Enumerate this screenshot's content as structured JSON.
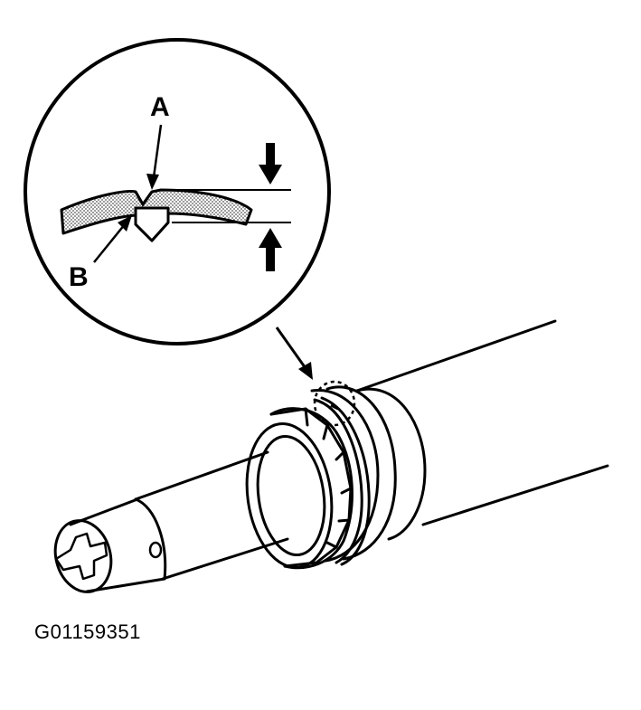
{
  "figure": {
    "callouts": {
      "a": "A",
      "b": "B"
    },
    "figure_code": "G01159351"
  },
  "colors": {
    "ink": "#000000",
    "paper": "#ffffff",
    "section_hatch": "#9a9a9a"
  }
}
